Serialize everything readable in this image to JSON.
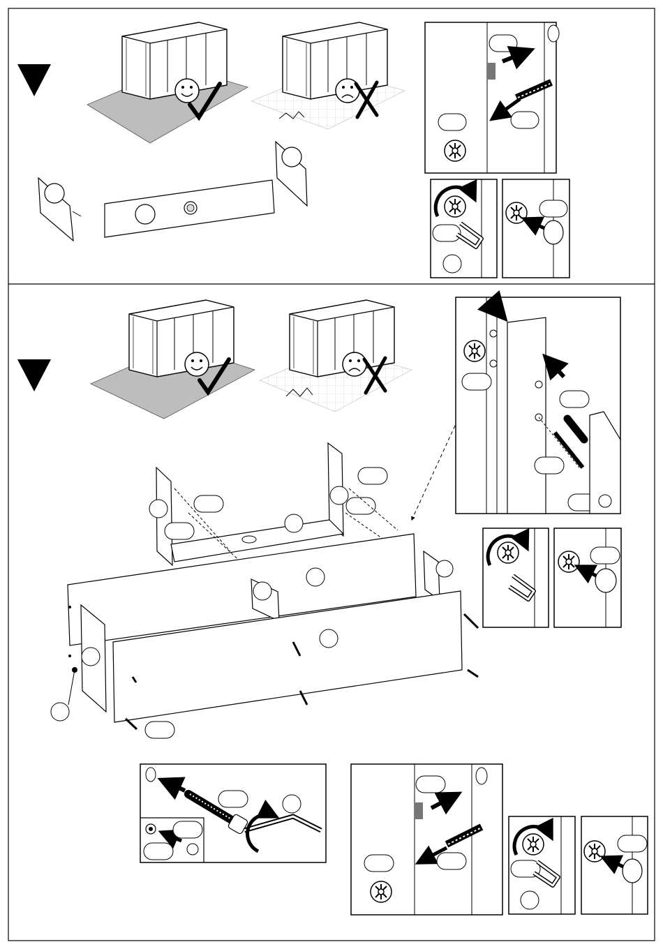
{
  "document": {
    "type": "assembly-instructions",
    "steps": [
      {
        "marker": "down-triangle",
        "surface_examples": [
          {
            "verdict": "correct",
            "face": "smiley",
            "mark": "checkmark"
          },
          {
            "verdict": "incorrect",
            "face": "frowny",
            "mark": "cross"
          }
        ],
        "callouts_blank": 7,
        "detail_panels": 3
      },
      {
        "marker": "down-triangle",
        "surface_examples": [
          {
            "verdict": "correct",
            "face": "smiley",
            "mark": "checkmark"
          },
          {
            "verdict": "incorrect",
            "face": "frowny",
            "mark": "cross"
          }
        ],
        "callouts_blank": 24,
        "detail_panels": 7
      }
    ]
  }
}
